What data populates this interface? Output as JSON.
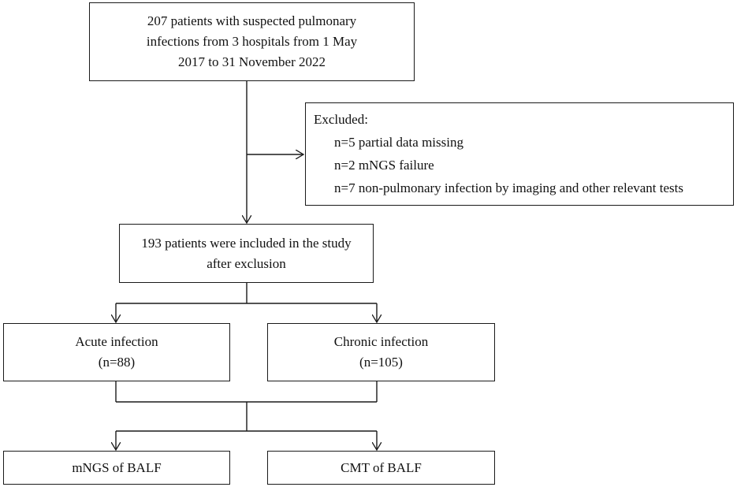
{
  "boxes": {
    "initial": [
      "207 patients with suspected pulmonary",
      "infections from 3 hospitals from 1 May",
      "2017 to 31 November 2022"
    ],
    "excluded": {
      "title": "Excluded:",
      "items": [
        "n=5 partial data missing",
        "n=2 mNGS failure",
        "n=7 non-pulmonary infection by imaging and other relevant tests"
      ]
    },
    "included": [
      "193 patients were included in the study",
      "after exclusion"
    ],
    "acute": [
      "Acute infection",
      "(n=88)"
    ],
    "chronic": [
      "Chronic infection",
      "(n=105)"
    ],
    "mngs": "mNGS of BALF",
    "cmt": "CMT of BALF"
  },
  "colors": {
    "stroke": "#1a1a1a",
    "text": "#111111",
    "background": "#ffffff"
  }
}
